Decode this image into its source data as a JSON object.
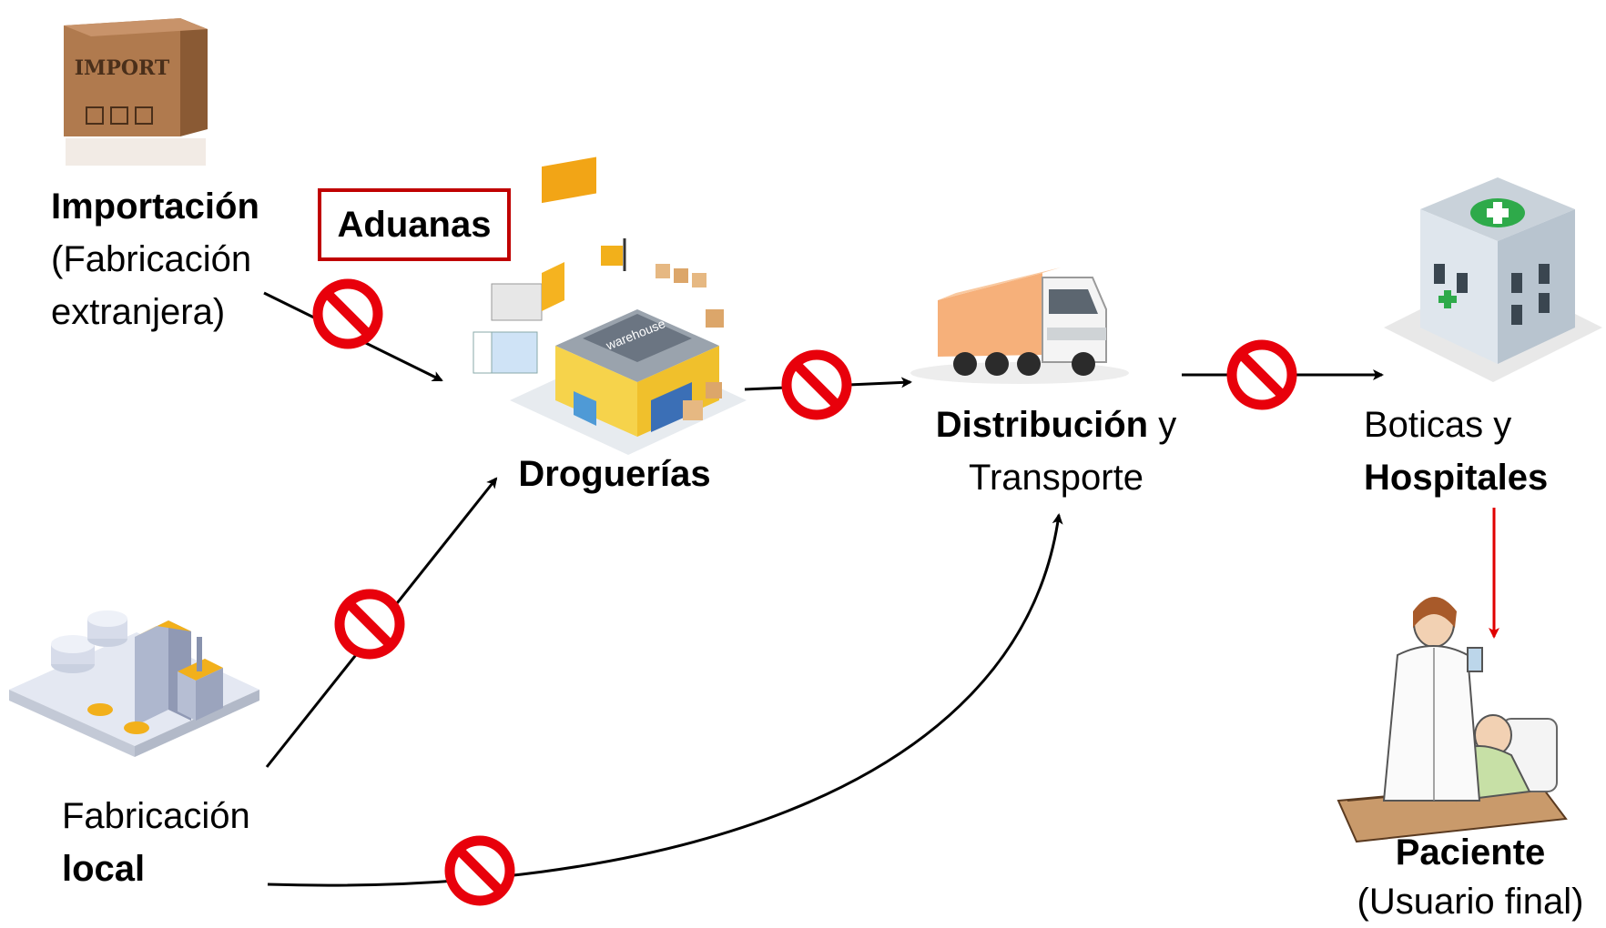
{
  "nodes": {
    "importacion": {
      "title": "Importación",
      "line2": "(Fabricación",
      "line3": "extranjera)"
    },
    "aduanas": {
      "label": "Aduanas"
    },
    "droguerias": {
      "label": "Droguerías",
      "image_text": "warehouse"
    },
    "distribucion": {
      "title": "Distribución",
      "tail": " y",
      "line2": "Transporte"
    },
    "boticas": {
      "line1": "Boticas y",
      "line2": "Hospitales"
    },
    "paciente": {
      "title": "Paciente",
      "line2": "(Usuario final)"
    },
    "fabricacion_local": {
      "line1": "Fabricación",
      "line2": "local"
    },
    "box_text": "IMPORT"
  },
  "colors": {
    "prohibited": "#e8000b",
    "aduanas_border": "#c00000",
    "arrow": "#000000",
    "patient_arrow": "#e00000"
  },
  "icons": [
    "import-box-icon",
    "warehouse-icon",
    "truck-icon",
    "hospital-icon",
    "factory-icon",
    "doctor-patient-icon",
    "prohibited-icon"
  ]
}
